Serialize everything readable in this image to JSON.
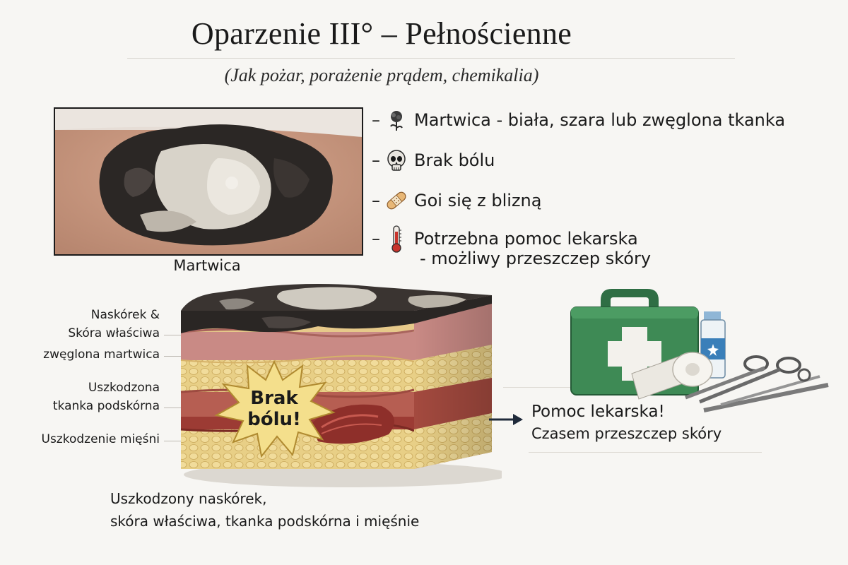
{
  "header": {
    "title": "Oparzenie III° – Pełnościenne",
    "subtitle": "(Jak pożar, porażenie prądem, chemikalia)"
  },
  "photo": {
    "caption": "Martwica"
  },
  "symptoms": [
    {
      "icon": "flower-icon",
      "text": "Martwica - biała, szara lub zwęglona tkanka"
    },
    {
      "icon": "skull-icon",
      "text": "Brak bólu"
    },
    {
      "icon": "bandage-icon",
      "text": "Goi się z blizną"
    },
    {
      "icon": "thermometer-icon",
      "text": "Potrzebna pomoc lekarska",
      "text2": "- możliwy przeszczep skóry"
    }
  ],
  "diagram": {
    "labels": {
      "epidermis_line1": "Naskórek &",
      "epidermis_line2": "Skóra właściwa",
      "necrosis": "zwęglona martwica",
      "subcutis_line1": "Uszkodzona",
      "subcutis_line2": "tkanka podskórna",
      "muscle": "Uszkodzenie mięśni"
    },
    "burst_line1": "Brak",
    "burst_line2": "bólu!"
  },
  "bottom_caption": {
    "line1": "Uszkodzony naskórek,",
    "line2": "skóra właściwa, tkanka podskórna i mięśnie"
  },
  "help": {
    "title": "Pomoc lekarska!",
    "subtitle": "Czasem przeszczep skóry"
  },
  "colors": {
    "char": "#2a2624",
    "ash": "#cfcac0",
    "fat": "#e8cf86",
    "dermis": "#c98a85",
    "muscle": "#9c3b34",
    "kit_green": "#3e8a55",
    "burst": "#f4df8c"
  }
}
